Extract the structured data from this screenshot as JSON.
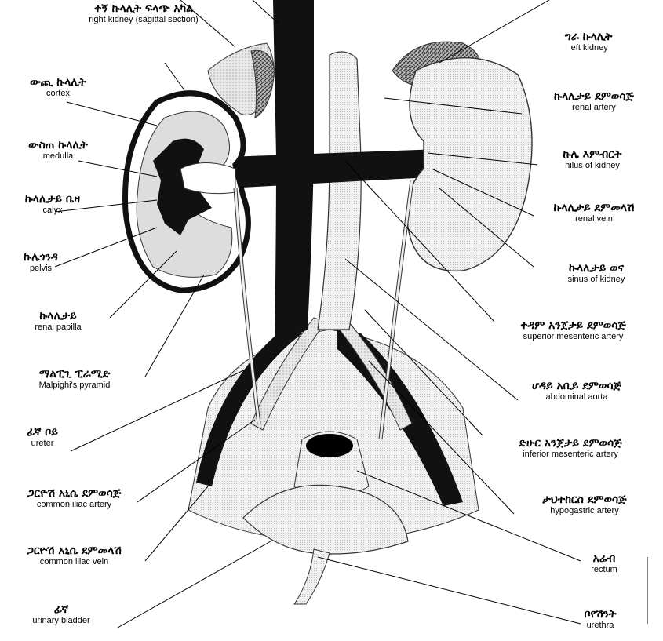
{
  "labels_left": [
    {
      "key": "right_kidney",
      "am": "ቀኝ ኩላሊት ፍላጭ አካል",
      "en": "right kidney (sagittal section)"
    },
    {
      "key": "cortex",
      "am": "ውጪ ኩላሊት",
      "en": "cortex"
    },
    {
      "key": "medulla",
      "am": "ውስጠ ኩላሊት",
      "en": "medulla"
    },
    {
      "key": "calyx",
      "am": "ኩላሊታይ ቤዛ",
      "en": "calyx"
    },
    {
      "key": "pelvis",
      "am": "ኩሌጎንዳ",
      "en": "pelvis"
    },
    {
      "key": "renal_papilla",
      "am": "ኩላሊታይ",
      "en": "renal papilla"
    },
    {
      "key": "malpighi",
      "am": "ማልፒጊ ፒራሚድ",
      "en": "Malpighi's pyramid"
    },
    {
      "key": "ureter",
      "am": "ፊኛ ቦይ",
      "en": "ureter"
    },
    {
      "key": "iliac_artery",
      "am": "ጋርዮሽ አኒሴ ደምወሳጅ",
      "en": "common iliac artery"
    },
    {
      "key": "iliac_vein",
      "am": "ጋርዮሽ አኒሴ ደምመላሽ",
      "en": "common iliac vein"
    },
    {
      "key": "bladder",
      "am": "ፊኛ",
      "en": "urinary bladder"
    }
  ],
  "labels_right": [
    {
      "key": "left_kidney",
      "am": "ግራ ኩላሊት",
      "en": "left kidney"
    },
    {
      "key": "renal_artery",
      "am": "ኩላሊታይ ደምወሳጅ",
      "en": "renal artery"
    },
    {
      "key": "hilus",
      "am": "ኩሌ እምብርት",
      "en": "hilus of kidney"
    },
    {
      "key": "renal_vein",
      "am": "ኩላሊታይ ደምመላሽ",
      "en": "renal vein"
    },
    {
      "key": "sinus",
      "am": "ኩላሊታይ ወና",
      "en": "sinus of kidney"
    },
    {
      "key": "sup_mes",
      "am": "ቀዳም አንጀታይ ደምወሳጅ",
      "en": "superior mesenteric artery"
    },
    {
      "key": "aorta",
      "am": "ሆዳይ አቢይ ደምወሳጅ",
      "en": "abdominal aorta"
    },
    {
      "key": "inf_mes",
      "am": "ድሁር አንጀታይ ደምወሳጅ",
      "en": "inferior mesenteric artery"
    },
    {
      "key": "hypogastric",
      "am": "ታህተከርስ ደምወሳጅ",
      "en": "hypogastric artery"
    },
    {
      "key": "rectum",
      "am": "አሬብ",
      "en": "rectum"
    },
    {
      "key": "urethra",
      "am": "ቦየሽንት",
      "en": "urethra"
    }
  ]
}
